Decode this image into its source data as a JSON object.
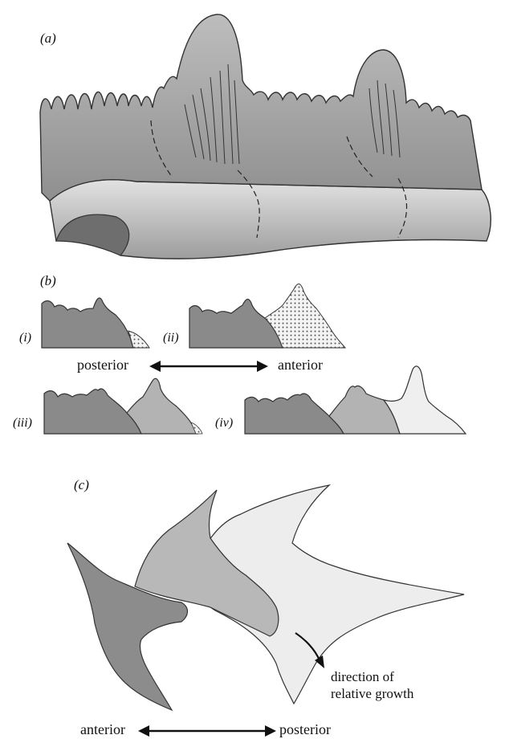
{
  "panels": {
    "a": "(a)",
    "b": "(b)",
    "c": "(c)"
  },
  "sub_panels": {
    "i": "(i)",
    "ii": "(ii)",
    "iii": "(iii)",
    "iv": "(iv)"
  },
  "axis_b": {
    "left": "posterior",
    "right": "anterior"
  },
  "axis_c": {
    "left": "anterior",
    "right": "posterior"
  },
  "growth_note": {
    "line1": "direction of",
    "line2": "relative growth"
  },
  "colors": {
    "dark_element": "#8a8a8a",
    "mid_element": "#b5b5b5",
    "light_element": "#e6e6e6",
    "outline": "#333333"
  }
}
